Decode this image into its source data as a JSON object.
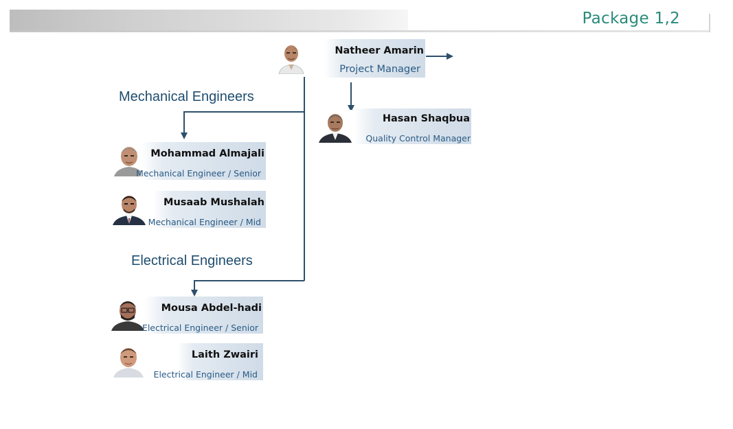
{
  "header": {
    "package_title": "Package  1,2"
  },
  "sections": {
    "mechanical": "Mechanical Engineers",
    "electrical": "Electrical Engineers"
  },
  "people": {
    "project_manager": {
      "name": "Natheer Amarin",
      "role": "Project Manager"
    },
    "quality_control": {
      "name": "Hasan Shaqbua",
      "role": "Quality Control Manager"
    },
    "mech_senior": {
      "name": "Mohammad Almajali",
      "role": "Mechanical Engineer / Senior"
    },
    "mech_mid": {
      "name": "Musaab Mushalah",
      "role": "Mechanical Engineer / Mid"
    },
    "elec_senior": {
      "name": "Mousa Abdel-hadi",
      "role": "Electrical Engineer / Senior"
    },
    "elec_mid": {
      "name": "Laith Zwairi",
      "role": "Electrical Engineer / Mid"
    }
  },
  "colors": {
    "accent_title": "#2a8a7a",
    "connector": "#2d4f6c",
    "role_text": "#2a5b85"
  }
}
